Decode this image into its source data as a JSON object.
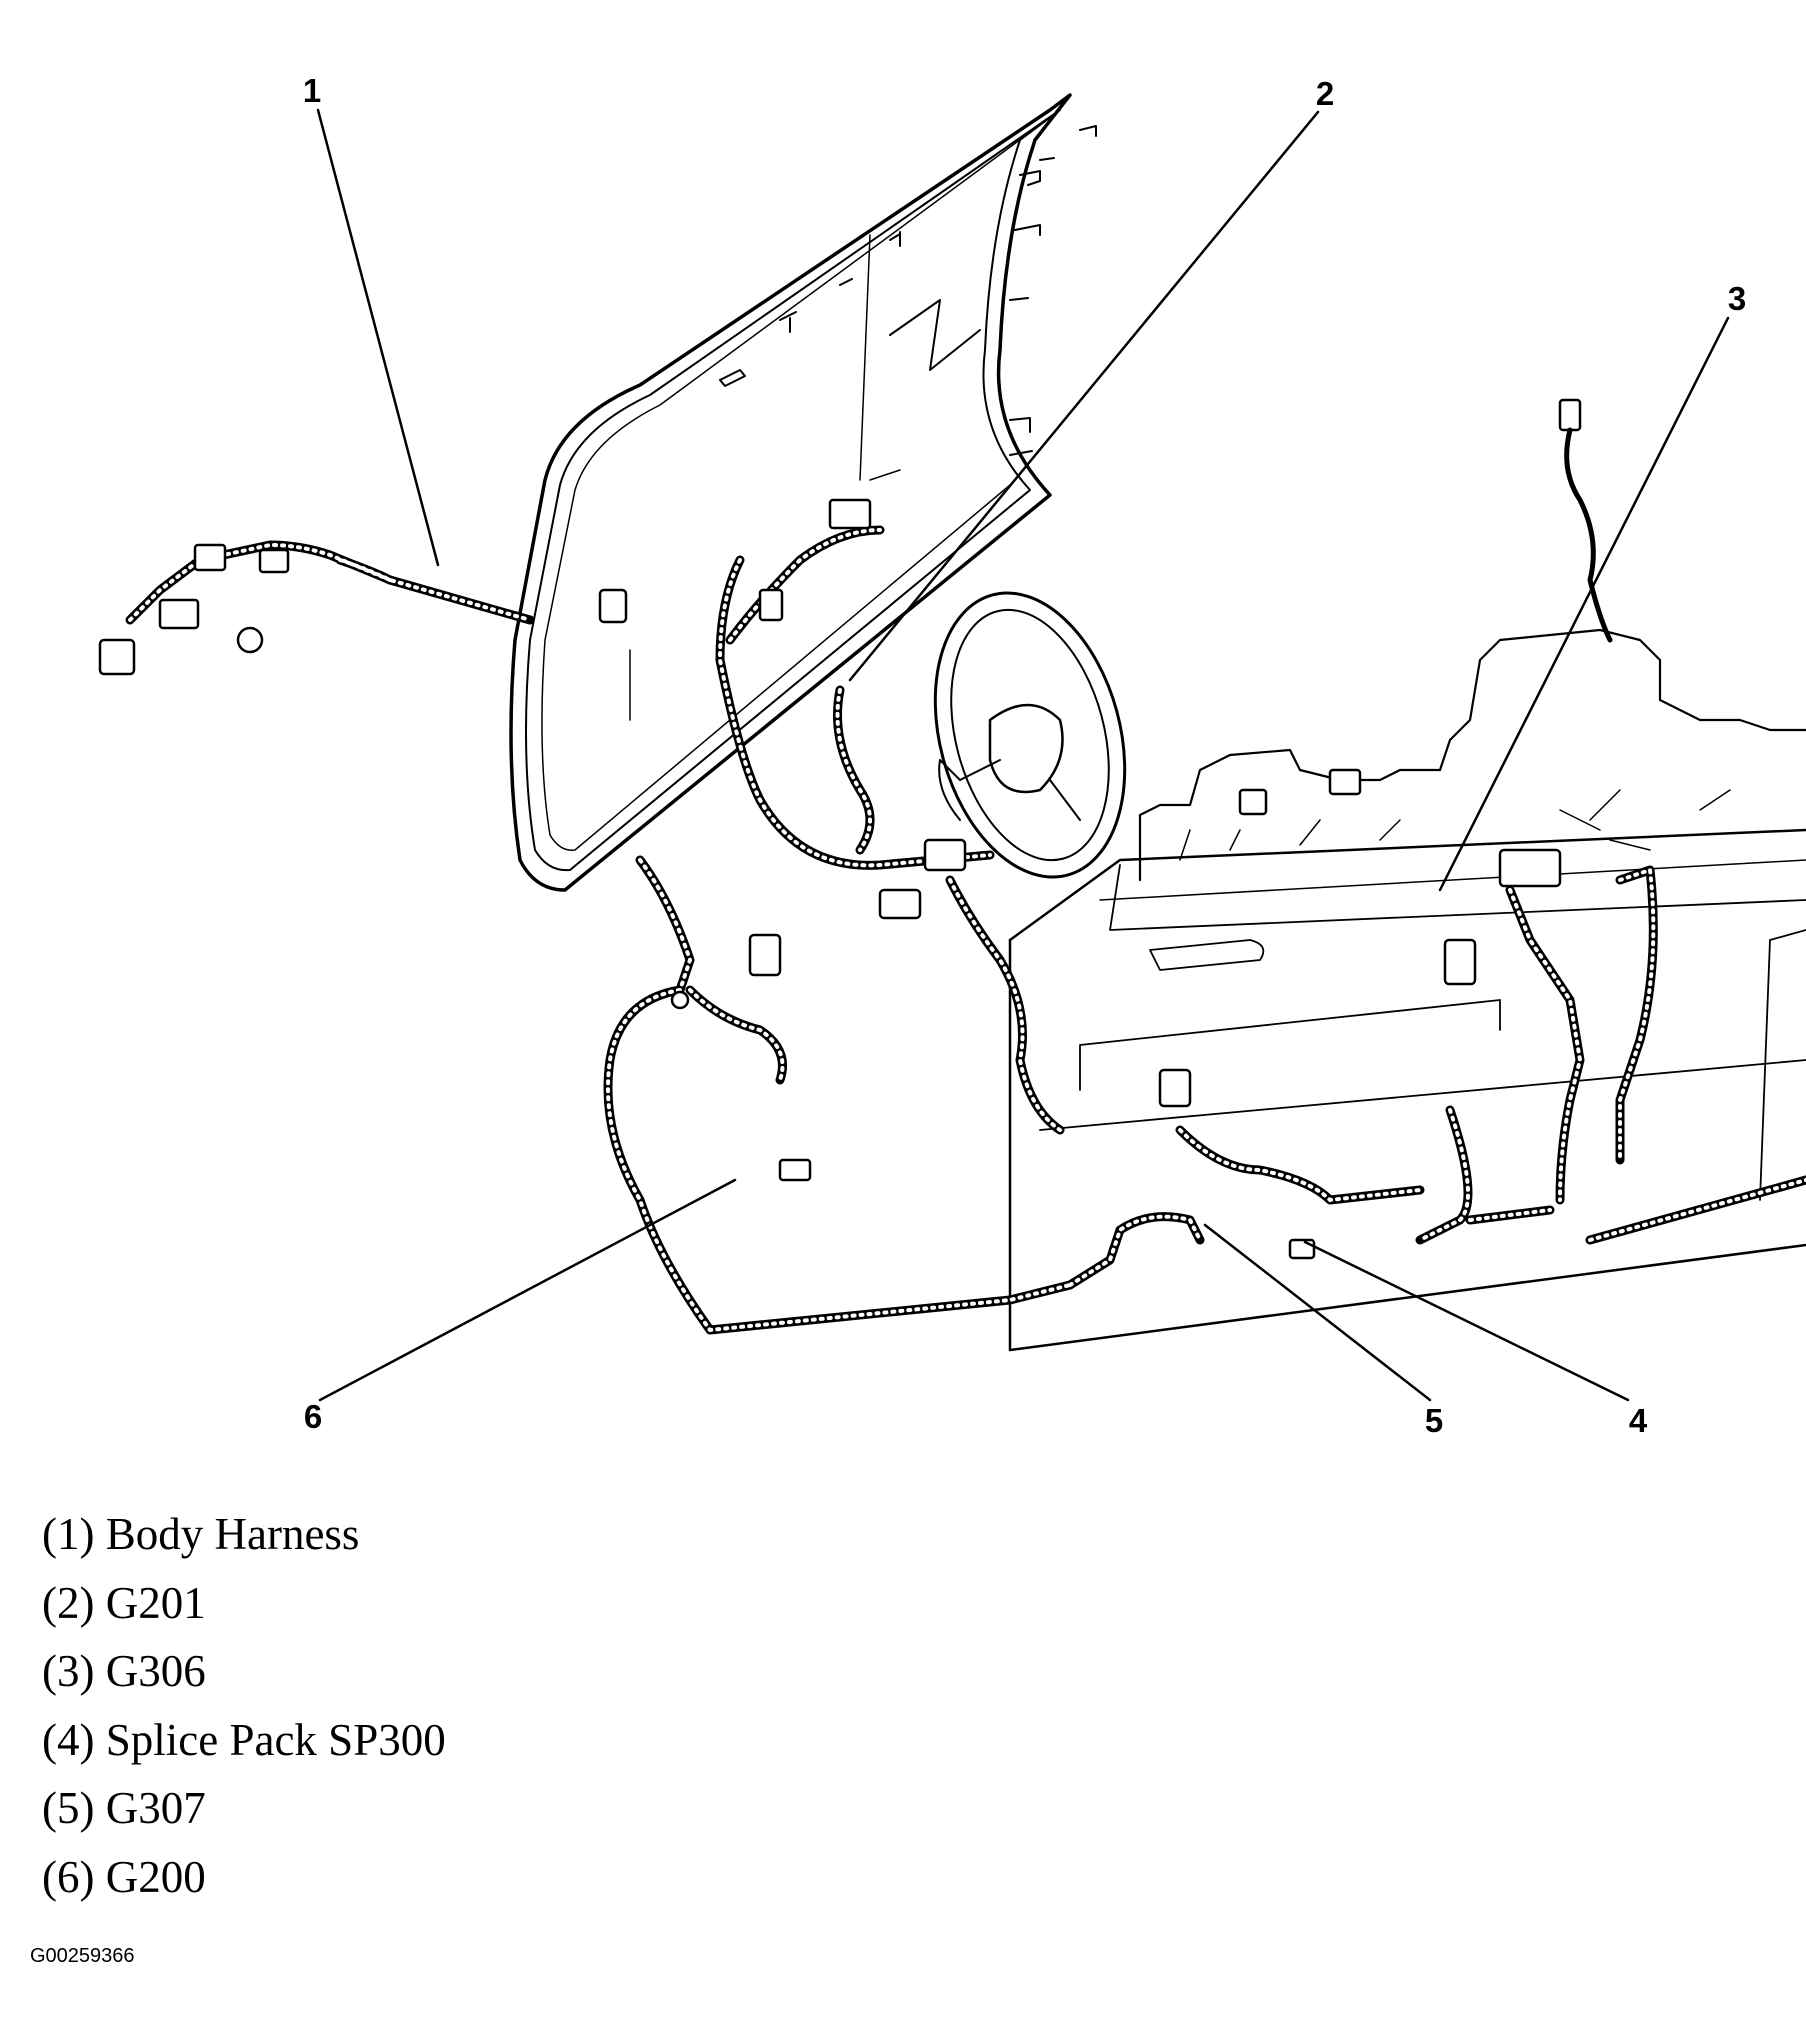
{
  "callouts": [
    {
      "num": "1",
      "label": "Body Harness"
    },
    {
      "num": "2",
      "label": "G201"
    },
    {
      "num": "3",
      "label": "G306"
    },
    {
      "num": "4",
      "label": "Splice Pack SP300"
    },
    {
      "num": "5",
      "label": "G307"
    },
    {
      "num": "6",
      "label": "G200"
    }
  ],
  "legend": [
    "(1) Body Harness",
    "(2) G201",
    "(3) G306",
    "(4) Splice Pack SP300",
    "(5) G307",
    "(6) G200"
  ],
  "figure_id": "G00259366"
}
